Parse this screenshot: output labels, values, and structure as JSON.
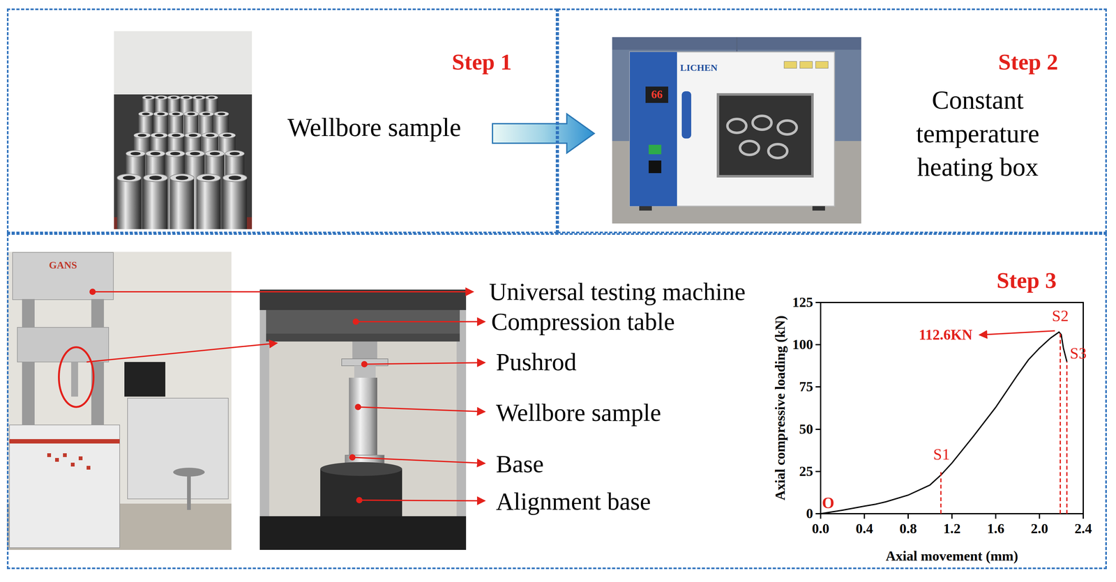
{
  "diagram": {
    "nodes": [
      {
        "text": [
          "Step 1",
          "Wellbore sample"
        ]
      },
      {
        "text": [
          "Step 2",
          "Constant temperature heating box"
        ]
      },
      {
        "text": [
          "Step 3"
        ]
      }
    ],
    "labels": [
      "LICHEN",
      "66",
      "GANS",
      "Universal testing machine",
      "Compression table",
      "Pushrod",
      "Wellbore sample",
      "Base",
      "Alignment base",
      "Axial compressive loading (kN)",
      "Axial movement (mm)",
      "0",
      "25",
      "50",
      "75",
      "100",
      "125",
      "0.0",
      "0.4",
      "0.8",
      "1.2",
      "1.6",
      "2.0",
      "2.4",
      "O",
      "S1",
      "S2",
      "S3",
      "112.6KN"
    ]
  }
}
